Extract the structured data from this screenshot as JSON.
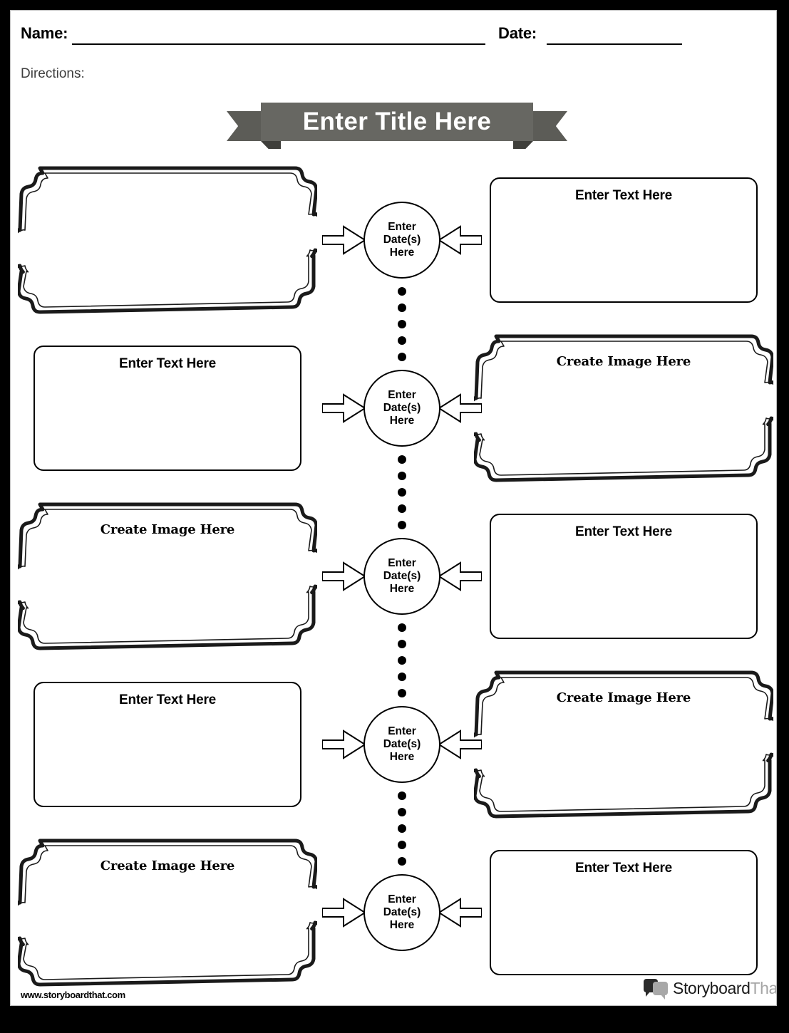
{
  "page": {
    "header": {
      "name_label": "Name:",
      "date_label": "Date:",
      "directions_label": "Directions:"
    },
    "title": {
      "text": "Enter Title Here",
      "ribbon_color": "#676762",
      "ribbon_tail_color": "#5c5c57",
      "ribbon_fold_color": "#3f3f3b",
      "text_color": "#ffffff"
    },
    "placeholders": {
      "image": "Create Image Here",
      "text": "Enter Text Here",
      "date_line1": "Enter",
      "date_line2": "Date(s)",
      "date_line3": "Here"
    },
    "rows": [
      {
        "index": 1,
        "left": {
          "style": "ornate",
          "caption": ""
        },
        "center": {
          "line1": "Enter",
          "line2": "Date(s)",
          "line3": "Here"
        },
        "right": {
          "style": "plain",
          "caption": "Enter Text Here"
        }
      },
      {
        "index": 2,
        "left": {
          "style": "plain",
          "caption": "Enter Text Here"
        },
        "center": {
          "line1": "Enter",
          "line2": "Date(s)",
          "line3": "Here"
        },
        "right": {
          "style": "ornate",
          "caption": "Create Image Here"
        }
      },
      {
        "index": 3,
        "left": {
          "style": "ornate",
          "caption": "Create Image Here"
        },
        "center": {
          "line1": "Enter",
          "line2": "Date(s)",
          "line3": "Here"
        },
        "right": {
          "style": "plain",
          "caption": "Enter Text Here"
        }
      },
      {
        "index": 4,
        "left": {
          "style": "plain",
          "caption": "Enter Text Here"
        },
        "center": {
          "line1": "Enter",
          "line2": "Date(s)",
          "line3": "Here"
        },
        "right": {
          "style": "ornate",
          "caption": "Create Image Here"
        }
      },
      {
        "index": 5,
        "left": {
          "style": "ornate",
          "caption": "Create Image Here"
        },
        "center": {
          "line1": "Enter",
          "line2": "Date(s)",
          "line3": "Here"
        },
        "right": {
          "style": "plain",
          "caption": "Enter Text Here"
        }
      }
    ],
    "connector": {
      "dots_per_gap": 5,
      "gaps": 4
    },
    "footer": {
      "url": "www.storyboardthat.com",
      "brand_primary": "Storyboard",
      "brand_secondary": "That"
    }
  }
}
